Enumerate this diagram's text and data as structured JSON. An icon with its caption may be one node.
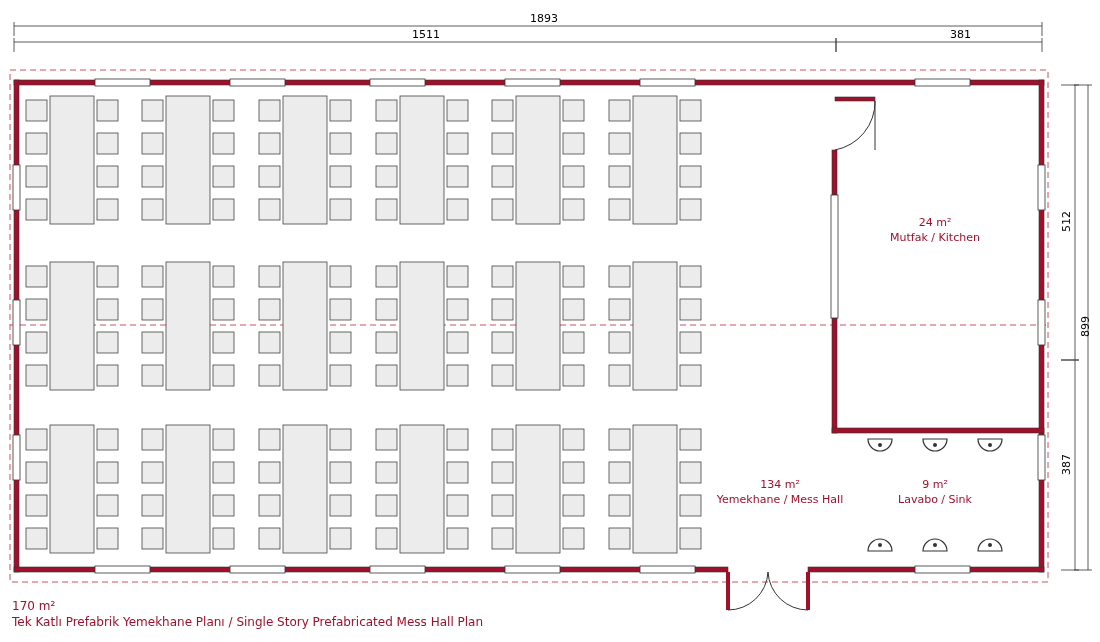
{
  "diagram": {
    "caption": "Tek Katlı Prefabrik Yemekhane Planı / Single Story Prefabricated Mess Hall Plan",
    "nodes": [
      {
        "text": [
          "134 m²",
          "Yemekhane / Mess Hall"
        ]
      },
      {
        "text": [
          "24 m²",
          "Mutfak / Kitchen"
        ]
      },
      {
        "text": [
          "9 m²",
          "Lavabo / Sink"
        ]
      }
    ],
    "labels": [
      "1893",
      "1511",
      "381",
      "512",
      "899",
      "387",
      "170 m²"
    ]
  }
}
